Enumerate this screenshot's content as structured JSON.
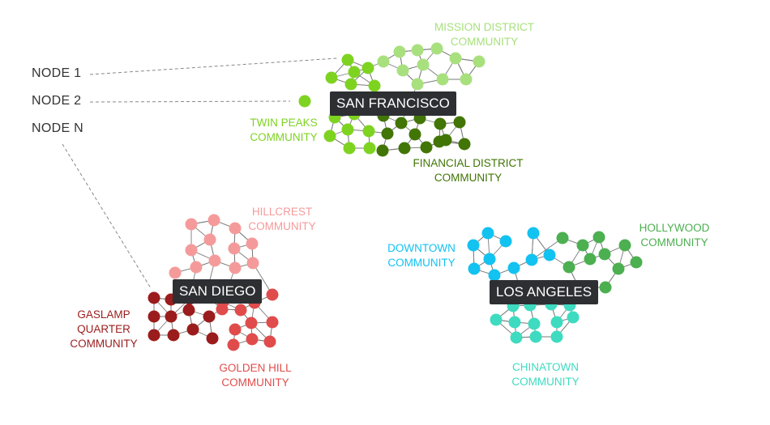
{
  "legend": {
    "node1": "NODE 1",
    "node2": "NODE 2",
    "noden": "NODE N"
  },
  "cities": {
    "sf": "SAN FRANCISCO",
    "sd": "SAN DIEGO",
    "la": "LOS ANGELES"
  },
  "communities": {
    "mission": {
      "line1": "MISSION DISTRICT",
      "line2": "COMMUNITY",
      "color": "#a8e07e"
    },
    "twinpeaks": {
      "line1": "TWIN PEAKS",
      "line2": "COMMUNITY",
      "color": "#7ed321"
    },
    "financial": {
      "line1": "FINANCIAL DISTRICT",
      "line2": "COMMUNITY",
      "color": "#417505"
    },
    "hillcrest": {
      "line1": "HILLCREST",
      "line2": "COMMUNITY",
      "color": "#f59a9a"
    },
    "gaslamp": {
      "line1": "GASLAMP",
      "line2": "QUARTER",
      "line3": "COMMUNITY",
      "color": "#9b1c1c"
    },
    "golden": {
      "line1": "GOLDEN HILL",
      "line2": "COMMUNITY",
      "color": "#e04c4c"
    },
    "downtown": {
      "line1": "DOWNTOWN",
      "line2": "COMMUNITY",
      "color": "#12c2f0"
    },
    "hollywood": {
      "line1": "HOLLYWOOD",
      "line2": "COMMUNITY",
      "color": "#4caf50"
    },
    "chinatown": {
      "line1": "CHINATOWN",
      "line2": "COMMUNITY",
      "color": "#3edbc0"
    }
  },
  "colors": {
    "edge": "#7a7a7a",
    "leader": "#888888",
    "label_bg": "#2d2f33"
  }
}
